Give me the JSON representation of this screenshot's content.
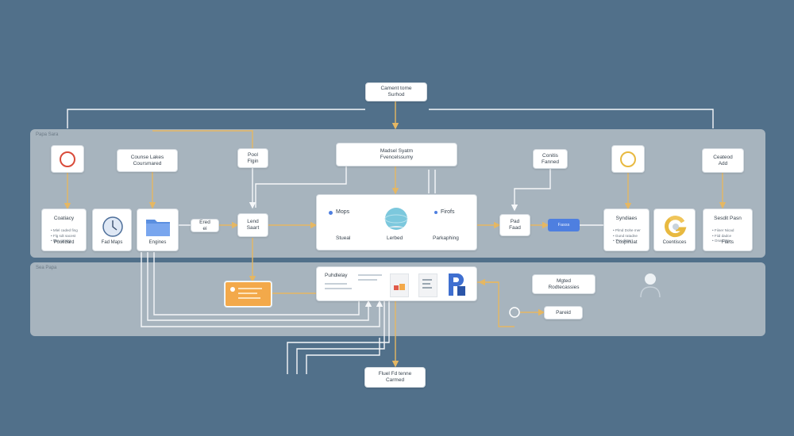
{
  "colors": {
    "background": "#51708a",
    "lane": "#a7b4be",
    "connector_white": "#f5f7f9",
    "connector_gold": "#e5b763",
    "accent_red": "#d94b3a",
    "accent_yellow": "#e8b940",
    "accent_blue": "#4e7fe0",
    "accent_orange": "#f3a94a"
  },
  "lanes": {
    "top_label": "Papa Sara",
    "bottom_label": "Sea Papa"
  },
  "nodes": {
    "top": "Cament tome\nSurhod",
    "bottom": "Fluel Fd tenne\nCarmed",
    "course_labels": "Counse Lakes\nCoursmared",
    "pool_flight": "Pool\nFlgin",
    "model_system": "Madsel Syatm\nFvencelssumy",
    "conitis_fanned": "Conitis\nFanned",
    "ceatead_add": "Ceateod\nAdd",
    "small_ei": "Ered\nei",
    "lead_saart": "Lend\nSaart",
    "pad_find": "Pad\nFaad",
    "mgted_rodtecassies": "Mgted\nRodtecassies",
    "pareid": "Pareid"
  },
  "cards": {
    "card_left": {
      "title": "Coatiacy",
      "bullets": [
        "Mlel caded fing",
        "Flg sdt sacest",
        "Mre rat atg"
      ],
      "foot": "Pouebard"
    },
    "card_clock": {
      "foot": "Fad Maps"
    },
    "card_folder": {
      "foot": "Engines"
    },
    "card_middle": {
      "item1": "Mops",
      "item2": "Firofs",
      "foot1": "Stueal",
      "foot2": "Lerbed",
      "foot3": "Parkaphing"
    },
    "card_syndicates": {
      "title": "Syndiaes",
      "bullets": [
        "Plmd Dohe mer",
        "Gund ratadne",
        "Trer dinmrt"
      ],
      "foot": "Cospinuat"
    },
    "card_g": {
      "foot": "Coentisces"
    },
    "card_right": {
      "title": "Sesdit Pasn",
      "bullets": [
        "Fiiner Nicad",
        "Fiid dadce",
        "Onat artn"
      ],
      "foot": "Fiarts"
    },
    "card_publishing": {
      "title": "Puhdlelay"
    }
  },
  "chips": {
    "blue_chip": "Fasss"
  },
  "icons": {
    "red_ring": "red-ring-icon",
    "yellow_ring": "yellow-ring-icon",
    "clock": "clock-icon",
    "folder": "folder-icon",
    "globe": "globe-icon",
    "g_logo": "g-logo-icon",
    "p_logo": "p-logo-icon",
    "person": "person-icon"
  }
}
